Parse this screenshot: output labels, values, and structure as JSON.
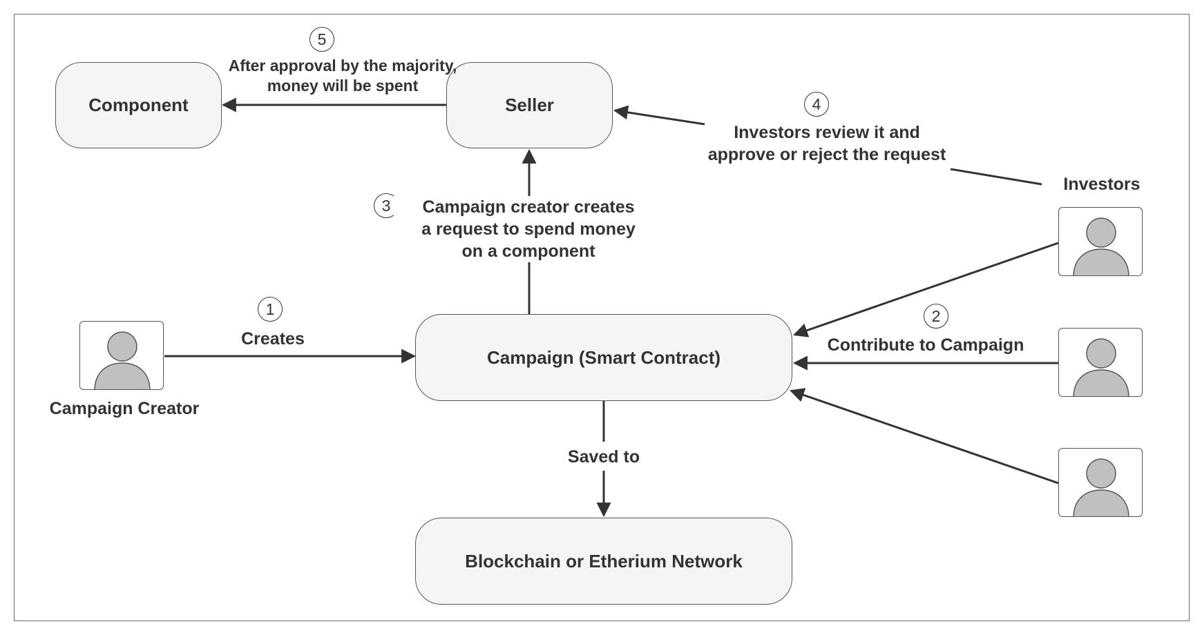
{
  "colors": {
    "node_fill": "#f5f5f5",
    "stroke": "#333333",
    "person_fill": "#c0c0c0"
  },
  "nodes": {
    "component": "Component",
    "seller": "Seller",
    "campaign": "Campaign (Smart Contract)",
    "blockchain": "Blockchain or Etherium Network"
  },
  "actors": {
    "campaign_creator": "Campaign Creator",
    "investors": "Investors"
  },
  "steps": [
    {
      "number": "1",
      "label": "Creates"
    },
    {
      "number": "2",
      "label": "Contribute to Campaign"
    },
    {
      "number": "3",
      "label_lines": [
        "Campaign creator creates",
        "a request to spend money",
        "on a component"
      ]
    },
    {
      "number": "4",
      "label_lines": [
        "Investors review it and",
        "approve or reject the request"
      ]
    },
    {
      "number": "5",
      "label_lines": [
        "After approval by the majority,",
        "money will be spent"
      ]
    }
  ],
  "edges": {
    "saved_to": "Saved to"
  },
  "icons": [
    "person-icon"
  ]
}
